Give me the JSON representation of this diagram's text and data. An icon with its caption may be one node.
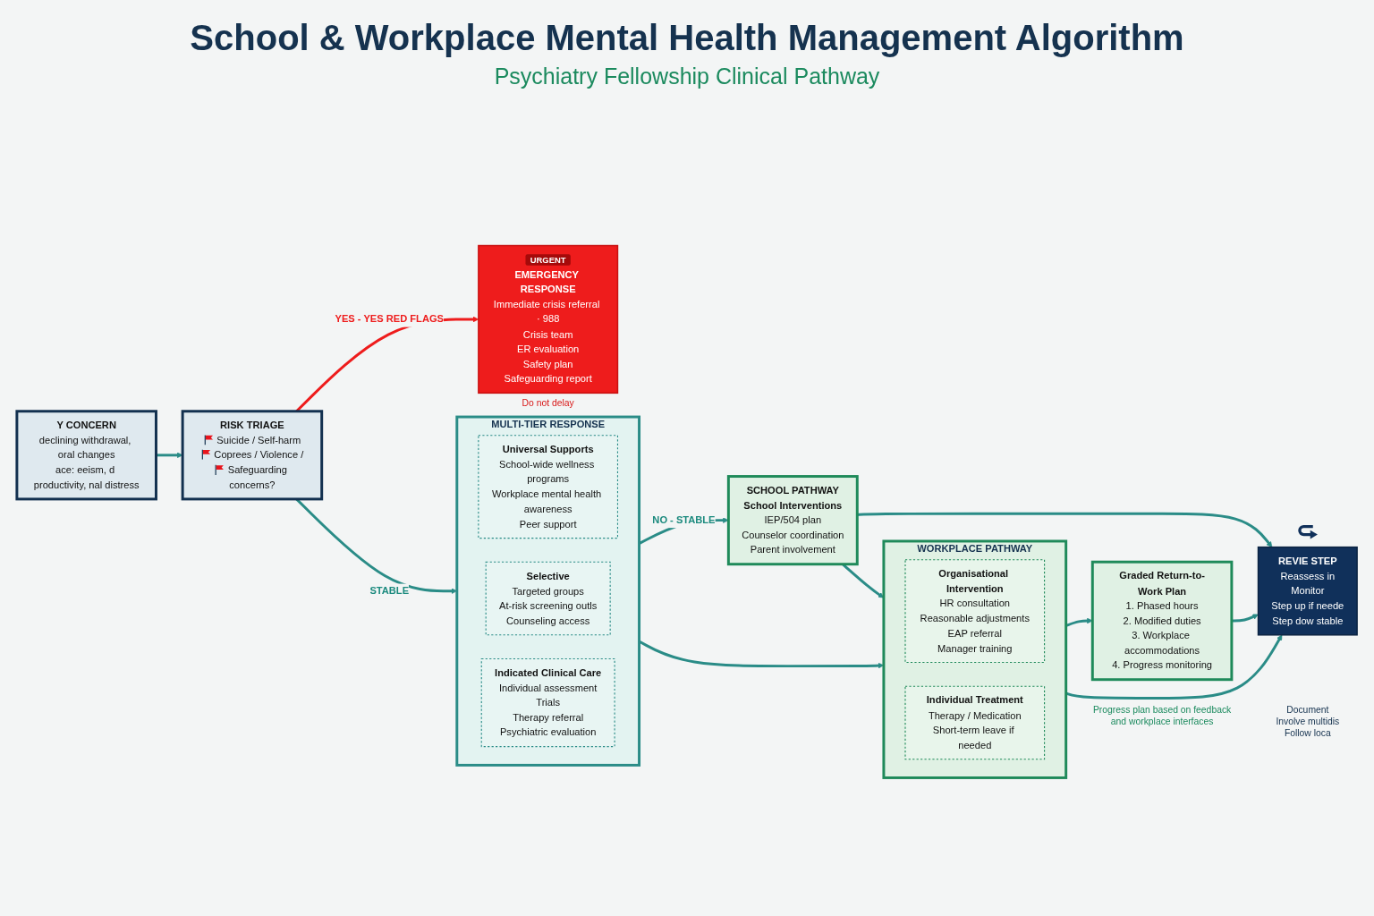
{
  "diagram": {
    "title": "School & Workplace Mental Health Management Algorithm",
    "nodes": [
      {
        "text": [
          "Y CONCERN",
          "declining withdrawal, oral changes",
          "ace: eeism, d productivity, nal distress"
        ]
      },
      {
        "text": [
          "RISK TRIAGE",
          "Suicide / Self-harm",
          "Coprees / Violence /",
          "Safeguarding concerns?"
        ]
      },
      {
        "text": [
          "URGENT",
          "EMERGENCY RESPONSE",
          "Immediate crisis referral · 988",
          "Crisis team",
          "ER evaluation",
          "Safety plan",
          "Safeguarding report"
        ],
        "beside": [
          "Do not delay"
        ]
      },
      {
        "text": [
          "MULTI-TIER RESPONSE"
        ]
      },
      {
        "text": [
          "Universal Supports",
          "School-wide wellness programs",
          "Workplace mental health awareness",
          "Peer support"
        ],
        "in": 3
      },
      {
        "text": [
          "Selective",
          "Targeted groups",
          "At-risk screening outls",
          "Counseling access"
        ],
        "in": 3
      },
      {
        "text": [
          "Indicated Clinical Care",
          "Individual assessment",
          "Trials",
          "Therapy referral",
          "Psychiatric evaluation"
        ],
        "in": 3
      },
      {
        "text": [
          "SCHOOL PATHWAY",
          "School Interventions",
          "IEP/504 plan",
          "Counselor coordination",
          "Parent involvement"
        ]
      },
      {
        "text": [
          "WORKPLACE PATHWAY"
        ]
      },
      {
        "text": [
          "Organisational Intervention",
          "HR consultation",
          "Reasonable adjustments",
          "EAP referral",
          "Manager training"
        ],
        "in": 8
      },
      {
        "text": [
          "Individual Treatment",
          "Therapy / Medication",
          "Short-term leave if needed"
        ],
        "in": 8
      },
      {
        "text": [
          "Graded Return-to-Work Plan",
          "1. Phased hours",
          "2. Modified duties",
          "3. Workplace accommodations",
          "4. Progress monitoring"
        ],
        "beside": [
          "Progress plan based on feedback and workplace interfaces"
        ]
      },
      {
        "text": [
          "REVIE STEP",
          "Reassess in",
          "Monitor",
          "Step up if neede",
          "Step dow stable"
        ],
        "beside": [
          "Document",
          "Involve multidis",
          "Follow loca"
        ]
      }
    ],
    "edges": [
      {
        "from": 0,
        "to": 1,
        "arrow": "to"
      },
      {
        "from": 1,
        "to": 2,
        "arrow": "to",
        "label": "YES - YES RED FLAGS",
        "color": "#ee1c1c"
      },
      {
        "from": 1,
        "to": 3,
        "arrow": "to",
        "label": "STABLE"
      },
      {
        "from": 3,
        "to": 7,
        "arrow": "to",
        "label": "NO - STABLE"
      },
      {
        "from": 3,
        "to": 8,
        "arrow": "to"
      },
      {
        "from": 7,
        "to": 8,
        "arrow": "to"
      },
      {
        "from": 8,
        "to": 11,
        "arrow": "to"
      },
      {
        "from": 7,
        "to": 12,
        "arrow": "to"
      },
      {
        "from": 8,
        "to": 12,
        "arrow": "to"
      },
      {
        "from": 11,
        "to": 12,
        "arrow": "to"
      }
    ],
    "labels": [
      "Psychiatry Fellowship Clinical Pathway"
    ]
  }
}
